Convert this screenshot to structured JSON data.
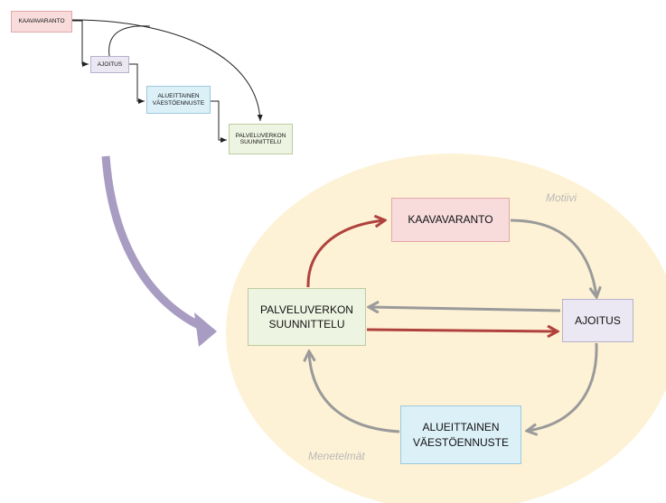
{
  "small_diagram": {
    "kaavavaranto": "KAAVAVARANTO",
    "ajoitus": "AJOITUS",
    "alueittainen": "ALUEITTAINEN\nVÄESTÖENNUSTE",
    "palveluverkon": "PALVELUVERKON\nSUUNNITTELU"
  },
  "cycle_diagram": {
    "kaavavaranto": "KAAVAVARANTO",
    "ajoitus": "AJOITUS",
    "alueittainen": "ALUEITTAINEN\nVÄESTÖENNUSTE",
    "palveluverkon": "PALVELUVERKON\nSUUNNITTELU",
    "motiivi": "Motiivi",
    "menetelmat": "Menetelmät"
  },
  "colors": {
    "pink": "#f8dcdc",
    "lavender": "#ece8f3",
    "light_blue": "#dcf0f8",
    "light_green": "#eef4e2",
    "ellipse": "#fdf2d5",
    "red_arrow": "#b0423e",
    "gray_arrow": "#9a9a9a",
    "purple_arrow": "#a89cc2"
  }
}
